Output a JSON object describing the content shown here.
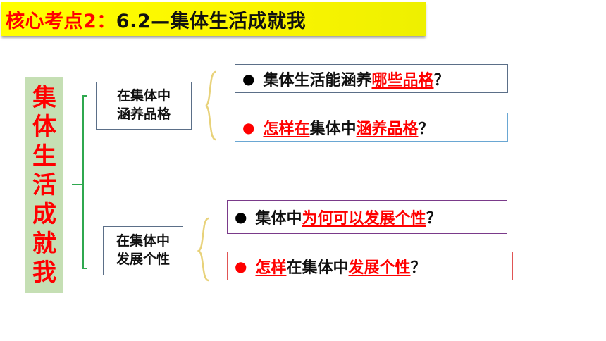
{
  "title": {
    "part1": "核心考点2：",
    "part2": "6.2—集体生活成就我"
  },
  "main_topic": [
    "集",
    "体",
    "生",
    "活",
    "成",
    "就",
    "我"
  ],
  "branches": [
    {
      "label_line1": "在集体中",
      "label_line2": "涵养品格",
      "questions": [
        {
          "bullet": "●",
          "segments": [
            {
              "text": "集体生活能涵养",
              "style": "dark"
            },
            {
              "text": "哪些品格",
              "style": "red-u"
            },
            {
              "text": "？",
              "style": "dark"
            }
          ]
        },
        {
          "bullet": "●",
          "segments": [
            {
              "text": "怎样在",
              "style": "red-u"
            },
            {
              "text": "集体中",
              "style": "dark"
            },
            {
              "text": "涵养品格",
              "style": "red-u"
            },
            {
              "text": "？",
              "style": "dark"
            }
          ]
        }
      ]
    },
    {
      "label_line1": "在集体中",
      "label_line2": "发展个性",
      "questions": [
        {
          "bullet": "●",
          "segments": [
            {
              "text": "集体中",
              "style": "dark"
            },
            {
              "text": "为何可以发展个性",
              "style": "red-u"
            },
            {
              "text": "？",
              "style": "dark"
            }
          ]
        },
        {
          "bullet": "●",
          "segments": [
            {
              "text": "怎样",
              "style": "red-u"
            },
            {
              "text": "在集体中",
              "style": "dark"
            },
            {
              "text": "发展个性",
              "style": "red-u"
            },
            {
              "text": "？",
              "style": "dark"
            }
          ]
        }
      ]
    }
  ],
  "colors": {
    "accent_red": "#ff0000",
    "title_bg": "#ffff00",
    "main_topic_bg": "#c5dfb4",
    "connector_green": "#2fa84f",
    "brace_yellow": "#e8d27a"
  }
}
